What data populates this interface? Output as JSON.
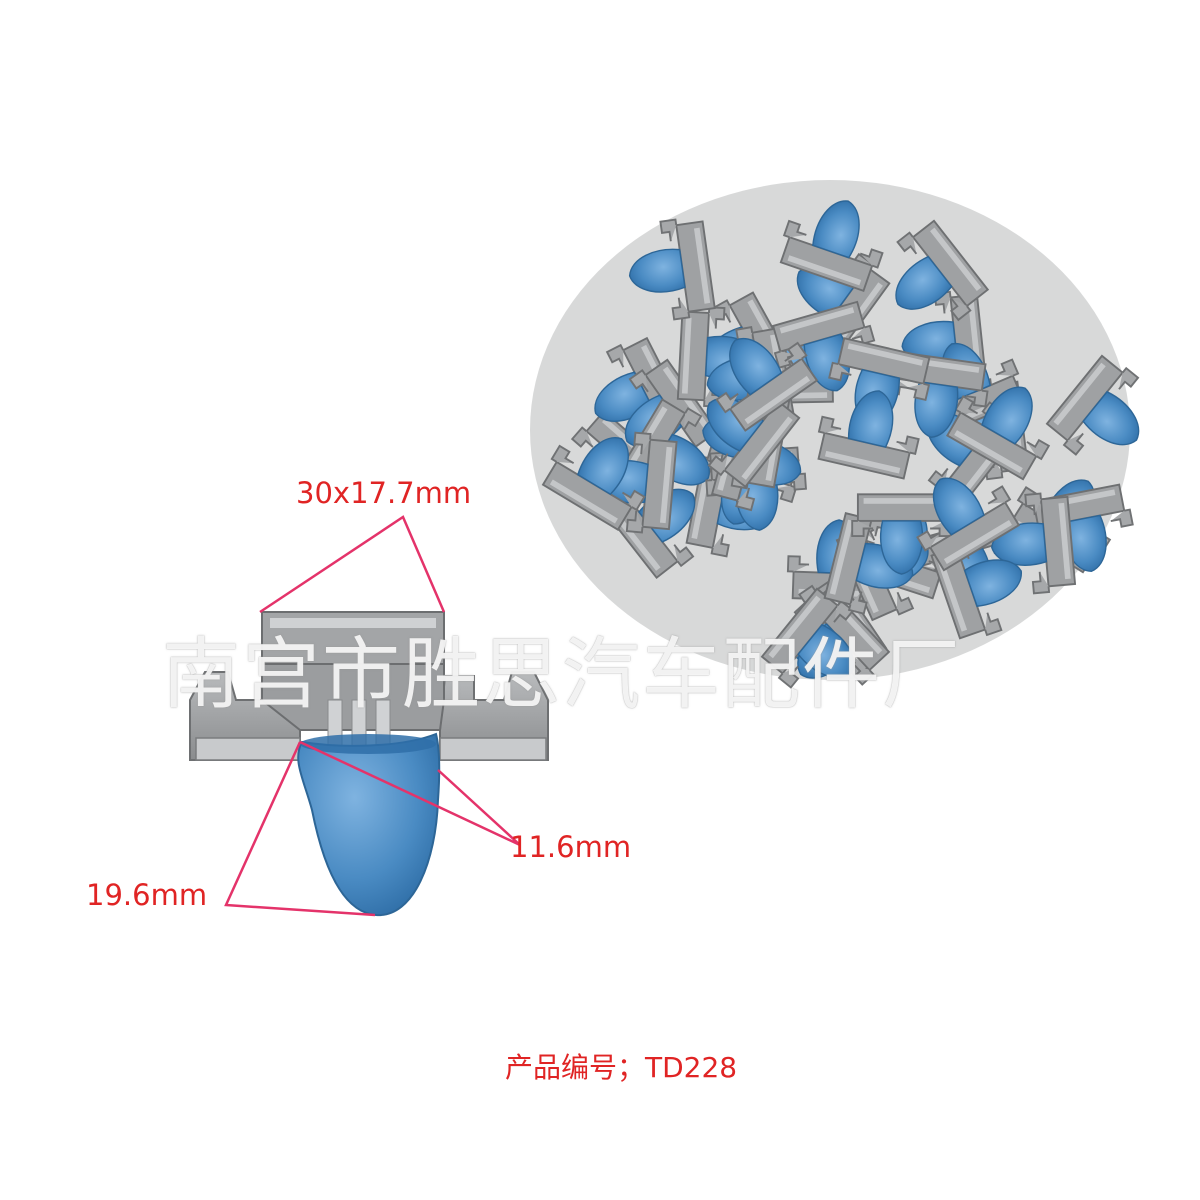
{
  "dimensions": {
    "overall": "30x17.7mm",
    "collar": "11.6mm",
    "length": "19.6mm"
  },
  "product_code": "产品编号；TD228",
  "watermark": "南宫市胜思汽车配件厂",
  "colors": {
    "clip_gray": "#9a9c9e",
    "clip_gray_dark": "#707274",
    "cap_blue": "#4e8fc6",
    "cap_blue_dark": "#2f6fa8",
    "annotation_red": "#e02424"
  }
}
